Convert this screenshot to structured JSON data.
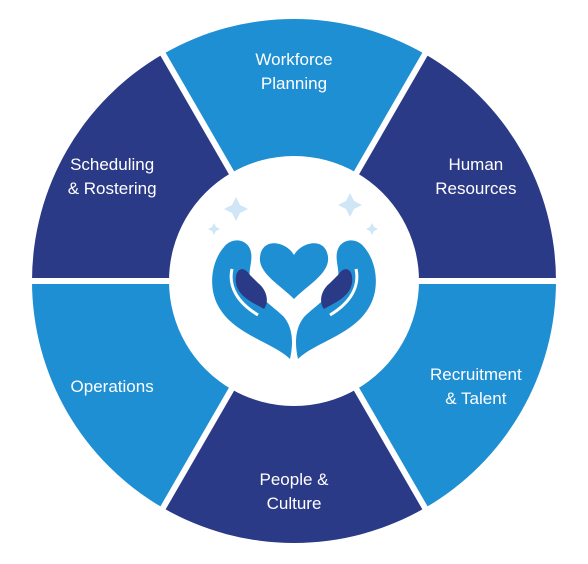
{
  "colors": {
    "dark_segment": "#2b3a86",
    "light_segment": "#1f8fd3",
    "divider": "#ffffff",
    "center_background": "#ffffff",
    "icon_light": "#1f8fd3",
    "icon_dark": "#2b3a86",
    "sparkle": "#cfe6f7"
  },
  "segments": [
    {
      "label_lines": [
        "Workforce",
        "Planning"
      ],
      "tone": "light"
    },
    {
      "label_lines": [
        "Human",
        "Resources"
      ],
      "tone": "dark"
    },
    {
      "label_lines": [
        "Recruitment",
        "& Talent"
      ],
      "tone": "light"
    },
    {
      "label_lines": [
        "People &",
        "Culture"
      ],
      "tone": "dark"
    },
    {
      "label_lines": [
        "Operations"
      ],
      "tone": "light"
    },
    {
      "label_lines": [
        "Scheduling",
        "& Rostering"
      ],
      "tone": "dark"
    }
  ],
  "center_icon": "hands-holding-heart-icon"
}
